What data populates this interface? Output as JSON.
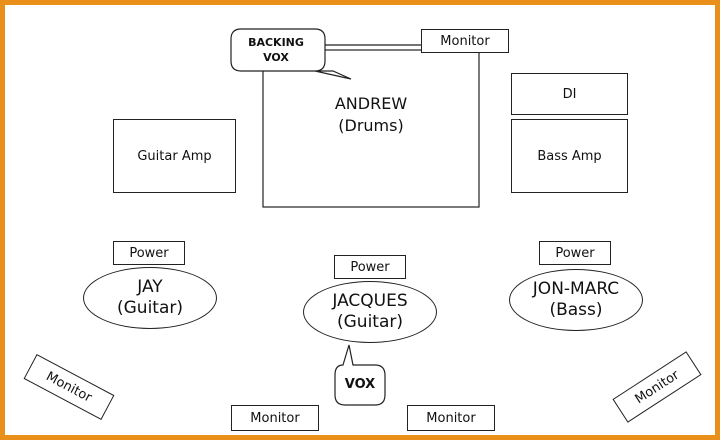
{
  "stage": {
    "drums": {
      "name": "ANDREW",
      "role": "(Drums)"
    },
    "backing_vox": {
      "line1": "BACKING",
      "line2": "VOX"
    },
    "monitor_top": "Monitor",
    "di": "DI",
    "bass_amp": "Bass Amp",
    "guitar_amp": "Guitar Amp",
    "power_left": "Power",
    "power_center": "Power",
    "power_right": "Power",
    "jay": {
      "name": "JAY",
      "role": "(Guitar)"
    },
    "jacques": {
      "name": "JACQUES",
      "role": "(Guitar)"
    },
    "jon_marc": {
      "name": "JON-MARC",
      "role": "(Bass)"
    },
    "vox": "VOX",
    "monitor_bottom_left": "Monitor",
    "monitor_bottom_right": "Monitor",
    "monitor_corner_left": "Monitor",
    "monitor_corner_right": "Monitor"
  },
  "colors": {
    "border": "#e8901a",
    "line": "#222222"
  }
}
